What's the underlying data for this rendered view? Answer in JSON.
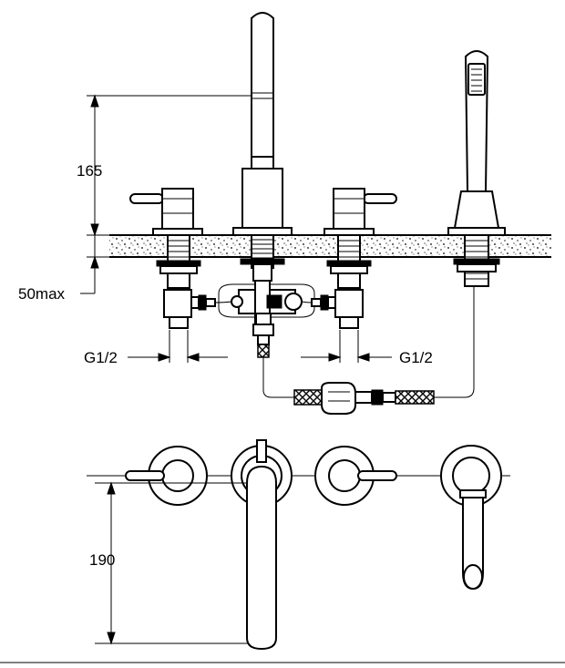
{
  "dimensions": {
    "spout_height": "165",
    "deck_thickness": "50max",
    "inlet_left": "G1/2",
    "inlet_right": "G1/2",
    "plan_depth": "190"
  },
  "colors": {
    "line": "#000000",
    "background": "#ffffff"
  }
}
